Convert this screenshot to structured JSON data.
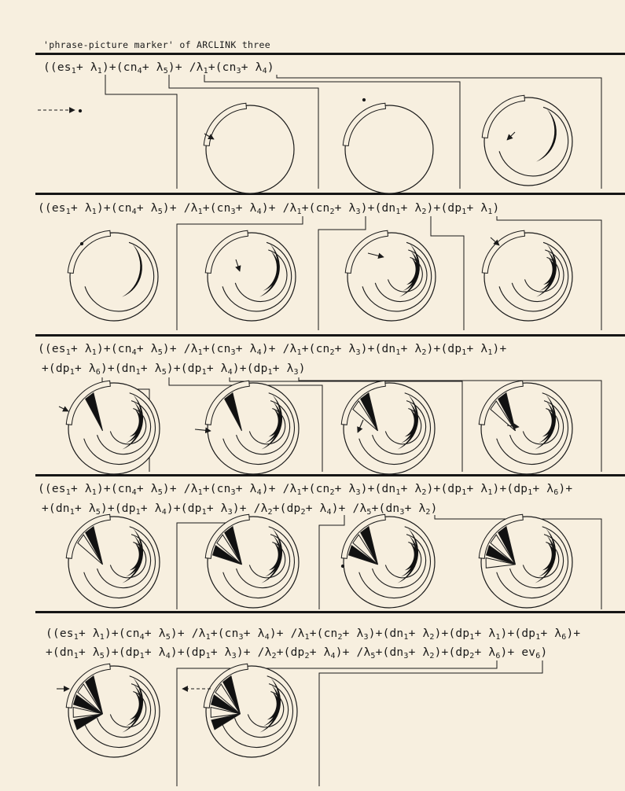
{
  "title": "'phrase-picture marker' of ARCLINK three",
  "sections": [
    {
      "lines": [
        [
          [
            "((es",
            "1"
          ],
          [
            "+ λ",
            "1"
          ],
          [
            ")+(cn",
            "4"
          ],
          [
            "+ λ",
            "5"
          ],
          [
            ")+ /λ",
            "1"
          ],
          [
            "+(cn",
            "3"
          ],
          [
            "+ λ",
            "4"
          ],
          [
            ")",
            ""
          ]
        ]
      ]
    },
    {
      "lines": [
        [
          [
            "((es",
            "1"
          ],
          [
            "+ λ",
            "1"
          ],
          [
            ")+(cn",
            "4"
          ],
          [
            "+ λ",
            "5"
          ],
          [
            ")+ /λ",
            "1"
          ],
          [
            "+(cn",
            "3"
          ],
          [
            "+ λ",
            "4"
          ],
          [
            ")+ /λ",
            "1"
          ],
          [
            "+(cn",
            "2"
          ],
          [
            "+ λ",
            "3"
          ],
          [
            ")+(dn",
            "1"
          ],
          [
            "+ λ",
            "2"
          ],
          [
            ")+(dp",
            "1"
          ],
          [
            "+ λ",
            "1"
          ],
          [
            ")",
            ""
          ]
        ]
      ]
    },
    {
      "lines": [
        [
          [
            "((es",
            "1"
          ],
          [
            "+ λ",
            "1"
          ],
          [
            ")+(cn",
            "4"
          ],
          [
            "+ λ",
            "5"
          ],
          [
            ")+ /λ",
            "1"
          ],
          [
            "+(cn",
            "3"
          ],
          [
            "+ λ",
            "4"
          ],
          [
            ")+ /λ",
            "1"
          ],
          [
            "+(cn",
            "2"
          ],
          [
            "+ λ",
            "3"
          ],
          [
            ")+(dn",
            "1"
          ],
          [
            "+ λ",
            "2"
          ],
          [
            ")+(dp",
            "1"
          ],
          [
            "+ λ",
            "1"
          ],
          [
            ")+",
            ""
          ]
        ],
        [
          [
            "+(dp",
            "1"
          ],
          [
            "+ λ",
            "6"
          ],
          [
            ")+(dn",
            "1"
          ],
          [
            "+ λ",
            "5"
          ],
          [
            ")+(dp",
            "1"
          ],
          [
            "+ λ",
            "4"
          ],
          [
            ")+(dp",
            "1"
          ],
          [
            "+ λ",
            "3"
          ],
          [
            ")",
            ""
          ]
        ]
      ]
    },
    {
      "lines": [
        [
          [
            "((es",
            "1"
          ],
          [
            "+ λ",
            "1"
          ],
          [
            ")+(cn",
            "4"
          ],
          [
            "+ λ",
            "5"
          ],
          [
            ")+ /λ",
            "1"
          ],
          [
            "+(cn",
            "3"
          ],
          [
            "+ λ",
            "4"
          ],
          [
            ")+ /λ",
            "1"
          ],
          [
            "+(cn",
            "2"
          ],
          [
            "+ λ",
            "3"
          ],
          [
            ")+(dn",
            "1"
          ],
          [
            "+ λ",
            "2"
          ],
          [
            ")+(dp",
            "1"
          ],
          [
            "+ λ",
            "1"
          ],
          [
            ")+(dp",
            "1"
          ],
          [
            "+ λ",
            "6"
          ],
          [
            ")+",
            ""
          ]
        ],
        [
          [
            "+(dn",
            "1"
          ],
          [
            "+ λ",
            "5"
          ],
          [
            ")+(dp",
            "1"
          ],
          [
            "+ λ",
            "4"
          ],
          [
            ")+(dp",
            "1"
          ],
          [
            "+ λ",
            "3"
          ],
          [
            ")+ /λ",
            "2"
          ],
          [
            "+(dp",
            "2"
          ],
          [
            "+ λ",
            "4"
          ],
          [
            ")+ /λ",
            "5"
          ],
          [
            "+(dn",
            "3"
          ],
          [
            "+ λ",
            "2"
          ],
          [
            ")",
            ""
          ]
        ]
      ]
    },
    {
      "lines": [
        [
          [
            "((es",
            "1"
          ],
          [
            "+ λ",
            "1"
          ],
          [
            ")+(cn",
            "4"
          ],
          [
            "+ λ",
            "5"
          ],
          [
            ")+ /λ",
            "1"
          ],
          [
            "+(cn",
            "3"
          ],
          [
            "+ λ",
            "4"
          ],
          [
            ")+ /λ",
            "1"
          ],
          [
            "+(cn",
            "2"
          ],
          [
            "+ λ",
            "3"
          ],
          [
            ")+(dn",
            "1"
          ],
          [
            "+ λ",
            "2"
          ],
          [
            ")+(dp",
            "1"
          ],
          [
            "+ λ",
            "1"
          ],
          [
            ")+(dp",
            "1"
          ],
          [
            "+ λ",
            "6"
          ],
          [
            ")+",
            ""
          ]
        ],
        [
          [
            "+(dn",
            "1"
          ],
          [
            "+ λ",
            "5"
          ],
          [
            ")+(dp",
            "1"
          ],
          [
            "+ λ",
            "4"
          ],
          [
            ")+(dp",
            "1"
          ],
          [
            "+ λ",
            "3"
          ],
          [
            ")+ /λ",
            "2"
          ],
          [
            "+(dp",
            "2"
          ],
          [
            "+ λ",
            "4"
          ],
          [
            ")+ /λ",
            "5"
          ],
          [
            "+(dn",
            "3"
          ],
          [
            "+ λ",
            "2"
          ],
          [
            ")+(dp",
            "2"
          ],
          [
            "+ λ",
            "6"
          ],
          [
            ")+ ev",
            "6"
          ],
          [
            ")",
            ""
          ]
        ]
      ]
    }
  ]
}
